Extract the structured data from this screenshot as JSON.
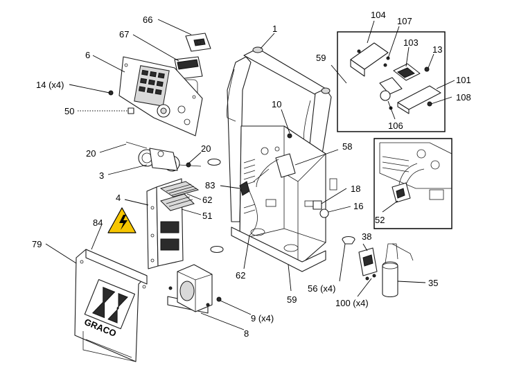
{
  "callouts": [
    {
      "id": "c66",
      "text": "66"
    },
    {
      "id": "c67",
      "text": "67"
    },
    {
      "id": "c6",
      "text": "6"
    },
    {
      "id": "c14",
      "text": "14 (x4)"
    },
    {
      "id": "c50",
      "text": "50"
    },
    {
      "id": "c20a",
      "text": "20"
    },
    {
      "id": "c20b",
      "text": "20"
    },
    {
      "id": "c3",
      "text": "3"
    },
    {
      "id": "c4",
      "text": "4"
    },
    {
      "id": "c62a",
      "text": "62"
    },
    {
      "id": "c51",
      "text": "51"
    },
    {
      "id": "c84",
      "text": "84"
    },
    {
      "id": "c79",
      "text": "79"
    },
    {
      "id": "c1",
      "text": "1"
    },
    {
      "id": "c59a",
      "text": "59"
    },
    {
      "id": "c10",
      "text": "10"
    },
    {
      "id": "c58",
      "text": "58"
    },
    {
      "id": "c83",
      "text": "83"
    },
    {
      "id": "c18",
      "text": "18"
    },
    {
      "id": "c16",
      "text": "16"
    },
    {
      "id": "c62b",
      "text": "62"
    },
    {
      "id": "c38",
      "text": "38"
    },
    {
      "id": "c56",
      "text": "56 (x4)"
    },
    {
      "id": "c100",
      "text": "100 (x4)"
    },
    {
      "id": "c35",
      "text": "35"
    },
    {
      "id": "c59b",
      "text": "59"
    },
    {
      "id": "c9",
      "text": "9 (x4)"
    },
    {
      "id": "c8",
      "text": "8"
    },
    {
      "id": "c104",
      "text": "104"
    },
    {
      "id": "c107",
      "text": "107"
    },
    {
      "id": "c103",
      "text": "103"
    },
    {
      "id": "c13",
      "text": "13"
    },
    {
      "id": "c101",
      "text": "101"
    },
    {
      "id": "c108",
      "text": "108"
    },
    {
      "id": "c106",
      "text": "106"
    },
    {
      "id": "c52",
      "text": "52"
    }
  ],
  "panel_logo_text": "GRACO",
  "icons": [
    "warning-electrical-icon",
    "ground-symbol-icon"
  ],
  "colors": {
    "warning_yellow": "#f7c600",
    "line": "#1a1a1a"
  }
}
